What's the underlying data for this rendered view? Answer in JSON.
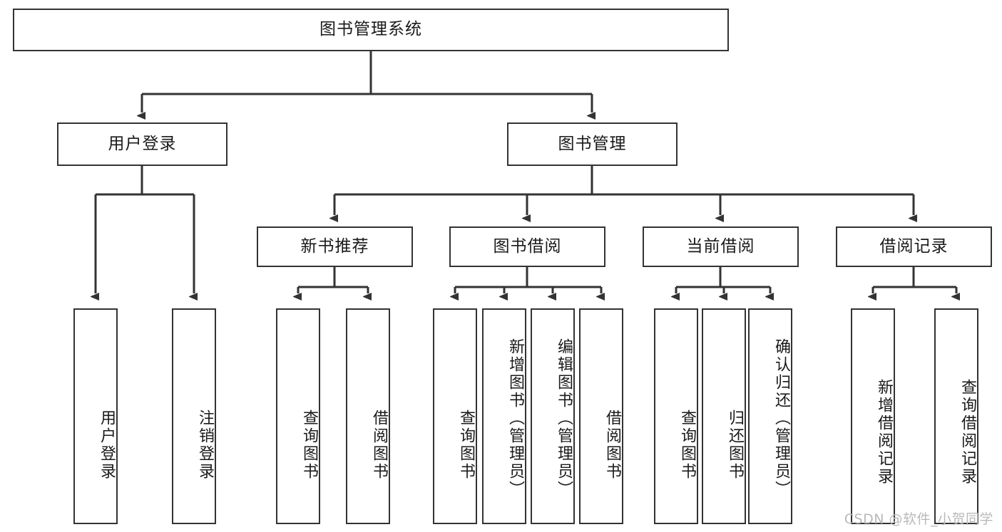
{
  "diagram": {
    "type": "tree-hierarchy-chart",
    "title": "图书管理系统",
    "watermark": "CSDN @软件_小贺同学",
    "colors": {
      "stroke": "#333333",
      "fill": "#ffffff",
      "text": "#1a1a1a",
      "watermark": "#b9b9b9"
    },
    "levels": {
      "root": {
        "label": "图书管理系统"
      },
      "level2": [
        {
          "id": "user-login",
          "label": "用户登录"
        },
        {
          "id": "book-management",
          "label": "图书管理"
        }
      ],
      "level3": [
        {
          "id": "new-book-recommend",
          "label": "新书推荐",
          "parent": "book-management"
        },
        {
          "id": "book-borrow",
          "label": "图书借阅",
          "parent": "book-management"
        },
        {
          "id": "current-borrow",
          "label": "当前借阅",
          "parent": "book-management"
        },
        {
          "id": "borrow-record",
          "label": "借阅记录",
          "parent": "book-management"
        }
      ],
      "leaves": [
        {
          "id": "leaf-user-login",
          "label": "用户登录",
          "parent": "user-login"
        },
        {
          "id": "leaf-logout",
          "label": "注销登录",
          "parent": "user-login"
        },
        {
          "id": "leaf-query-book-1",
          "label": "查询图书",
          "parent": "new-book-recommend"
        },
        {
          "id": "leaf-borrow-book-1",
          "label": "借阅图书",
          "parent": "new-book-recommend"
        },
        {
          "id": "leaf-query-book-2",
          "label": "查询图书",
          "parent": "book-borrow"
        },
        {
          "id": "leaf-add-book",
          "label": "新增图书（管理员）",
          "parent": "book-borrow"
        },
        {
          "id": "leaf-edit-book",
          "label": "编辑图书（管理员）",
          "parent": "book-borrow"
        },
        {
          "id": "leaf-borrow-book-2",
          "label": "借阅图书",
          "parent": "book-borrow"
        },
        {
          "id": "leaf-query-book-3",
          "label": "查询图书",
          "parent": "current-borrow"
        },
        {
          "id": "leaf-return-book",
          "label": "归还图书",
          "parent": "current-borrow"
        },
        {
          "id": "leaf-confirm-return",
          "label": "确认归还（管理员）",
          "parent": "current-borrow"
        },
        {
          "id": "leaf-add-record",
          "label": "新增借阅记录",
          "parent": "borrow-record"
        },
        {
          "id": "leaf-query-record",
          "label": "查询借阅记录",
          "parent": "borrow-record"
        }
      ]
    }
  }
}
